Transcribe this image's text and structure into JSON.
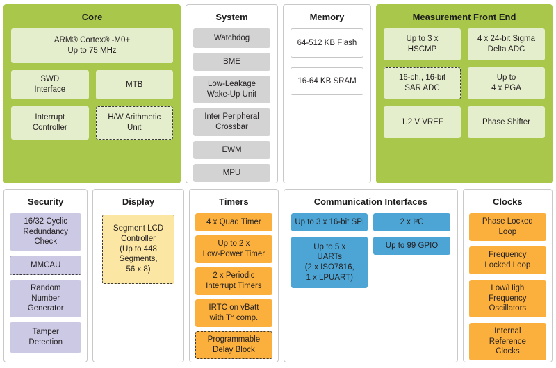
{
  "colors": {
    "lime": "#a9c84b",
    "paleGreen": "#e4eecd",
    "gray": "#d3d3d3",
    "lavender": "#ccc9e4",
    "yellow": "#fbe7a3",
    "orange": "#fbb03d",
    "blue": "#4da5d5",
    "cardBorder": "#c9c9c9",
    "text": "#231f20"
  },
  "sections": {
    "core": {
      "title": "Core",
      "blocks": [
        {
          "label": "ARM® Cortex® -M0+\nUp to 75 MHz"
        },
        {
          "label": "SWD\nInterface"
        },
        {
          "label": "MTB"
        },
        {
          "label": "Interrupt\nController"
        },
        {
          "label": "H/W Arithmetic\nUnit",
          "dashed": true
        }
      ]
    },
    "system": {
      "title": "System",
      "blocks": [
        {
          "label": "Watchdog"
        },
        {
          "label": "BME"
        },
        {
          "label": "Low-Leakage\nWake-Up Unit"
        },
        {
          "label": "Inter Peripheral\nCrossbar"
        },
        {
          "label": "EWM"
        },
        {
          "label": "MPU"
        }
      ]
    },
    "memory": {
      "title": "Memory",
      "blocks": [
        {
          "label": "64-512 KB Flash"
        },
        {
          "label": "16-64 KB SRAM"
        }
      ]
    },
    "mfe": {
      "title": "Measurement Front End",
      "blocks": [
        {
          "label": "Up to 3 x\nHSCMP"
        },
        {
          "label": "4 x 24-bit Sigma\nDelta ADC"
        },
        {
          "label": "16-ch., 16-bit\nSAR ADC",
          "dashed": true
        },
        {
          "label": "Up to\n4 x PGA"
        },
        {
          "label": "1.2 V VREF"
        },
        {
          "label": "Phase Shifter"
        }
      ]
    },
    "security": {
      "title": "Security",
      "blocks": [
        {
          "label": "16/32 Cyclic\nRedundancy\nCheck"
        },
        {
          "label": "MMCAU",
          "dashed": true
        },
        {
          "label": "Random\nNumber\nGenerator"
        },
        {
          "label": "Tamper\nDetection"
        }
      ]
    },
    "display": {
      "title": "Display",
      "blocks": [
        {
          "label": "Segment LCD\nController\n(Up to 448\nSegments,\n56 x 8)",
          "dashed": true
        }
      ]
    },
    "timers": {
      "title": "Timers",
      "blocks": [
        {
          "label": "4 x Quad Timer"
        },
        {
          "label": "Up to 2 x\nLow-Power Timer"
        },
        {
          "label": "2 x Periodic\nInterrupt Timers"
        },
        {
          "label": "IRTC on vBatt\nwith T° comp."
        },
        {
          "label": "Programmable\nDelay Block",
          "dashed": true
        }
      ]
    },
    "comm": {
      "title": "Communication Interfaces",
      "blocks": [
        {
          "label": "Up to 3 x 16-bit SPI"
        },
        {
          "label": "2 x I²C"
        },
        {
          "label": "Up to 5 x\nUARTs\n(2 x ISO7816,\n1 x LPUART)"
        },
        {
          "label": "Up to 99 GPIO"
        }
      ]
    },
    "clocks": {
      "title": "Clocks",
      "blocks": [
        {
          "label": "Phase Locked\nLoop"
        },
        {
          "label": "Frequency\nLocked Loop"
        },
        {
          "label": "Low/High\nFrequency\nOscillators"
        },
        {
          "label": "Internal\nReference\nClocks"
        }
      ]
    }
  }
}
